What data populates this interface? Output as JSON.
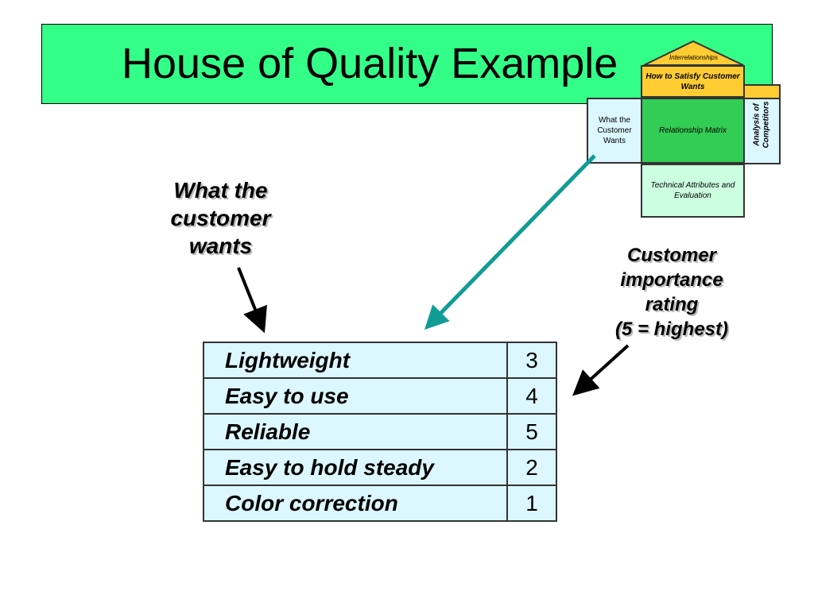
{
  "slide": {
    "title": "House of Quality Example",
    "wants_label": "What the customer wants",
    "rating_label": [
      "Customer",
      "importance",
      "rating",
      "(5 = highest)"
    ]
  },
  "table": {
    "rows": [
      {
        "attribute": "Lightweight",
        "rating": "3"
      },
      {
        "attribute": "Easy to use",
        "rating": "4"
      },
      {
        "attribute": "Reliable",
        "rating": "5"
      },
      {
        "attribute": "Easy to hold steady",
        "rating": "2"
      },
      {
        "attribute": "Color correction",
        "rating": "1"
      }
    ]
  },
  "house": {
    "roof": "Interrelationships",
    "how": "How to Satisfy Customer Wants",
    "what": "What the Customer Wants",
    "matrix": "Relationship Matrix",
    "competitors": [
      "Analysis of",
      "Competitors"
    ],
    "technical": "Technical Attributes and Evaluation"
  },
  "colors": {
    "title_bg": "#33ff88",
    "table_bg": "#dcf7ff",
    "arrow_teal": "#119c96",
    "how_bg": "#ffcc33",
    "matrix_bg": "#33cc55",
    "technical_bg": "#ccffe0"
  }
}
